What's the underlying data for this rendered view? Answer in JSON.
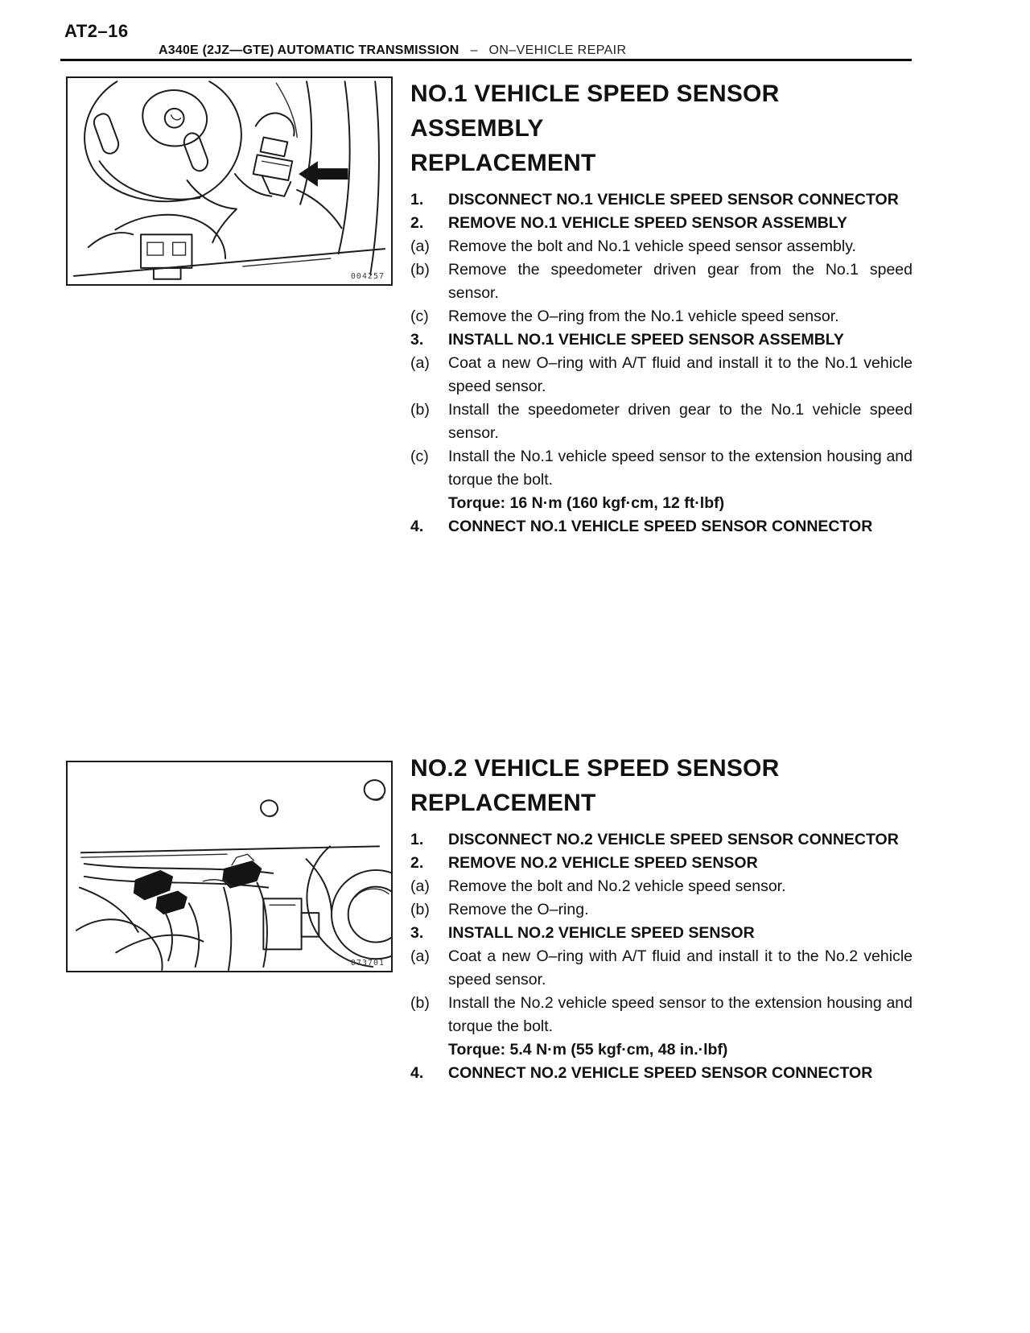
{
  "page": {
    "page_number": "AT2–16",
    "header_left": "A340E (2JZ—GTE) AUTOMATIC TRANSMISSION",
    "header_separator": "–",
    "header_right": "ON–VEHICLE REPAIR"
  },
  "sections": [
    {
      "title_line1": "NO.1 VEHICLE SPEED SENSOR ASSEMBLY",
      "title_line2": "REPLACEMENT",
      "figure_code": "004257",
      "figure_alt": "no1-vehicle-speed-sensor-location-drawing",
      "steps": [
        {
          "marker": "1.",
          "bold": true,
          "text": "DISCONNECT NO.1 VEHICLE SPEED SENSOR CONNECTOR"
        },
        {
          "marker": "2.",
          "bold": true,
          "text": "REMOVE NO.1 VEHICLE SPEED SENSOR ASSEMBLY"
        },
        {
          "marker": "(a)",
          "bold": false,
          "text": "Remove the bolt and No.1 vehicle speed sensor assembly."
        },
        {
          "marker": "(b)",
          "bold": false,
          "text": "Remove the speedometer driven gear from the No.1 speed sensor."
        },
        {
          "marker": "(c)",
          "bold": false,
          "text": "Remove the O–ring from the No.1 vehicle speed sensor."
        },
        {
          "marker": "3.",
          "bold": true,
          "text": "INSTALL NO.1 VEHICLE SPEED SENSOR ASSEMBLY"
        },
        {
          "marker": "(a)",
          "bold": false,
          "text": "Coat a new O–ring with A/T fluid and install it to the No.1 vehicle speed sensor."
        },
        {
          "marker": "(b)",
          "bold": false,
          "text": "Install the speedometer driven gear to the No.1 vehicle speed sensor."
        },
        {
          "marker": "(c)",
          "bold": false,
          "text": "Install the No.1 vehicle speed sensor to the extension housing and torque the bolt.",
          "note": "Torque: 16 N·m (160 kgf·cm, 12 ft·lbf)"
        },
        {
          "marker": "4.",
          "bold": true,
          "text": "CONNECT NO.1 VEHICLE SPEED SENSOR CONNECTOR"
        }
      ]
    },
    {
      "title_line1": "NO.2 VEHICLE SPEED SENSOR",
      "title_line2": "REPLACEMENT",
      "figure_code": "073701",
      "figure_alt": "no2-vehicle-speed-sensor-location-drawing",
      "steps": [
        {
          "marker": "1.",
          "bold": true,
          "text": "DISCONNECT NO.2 VEHICLE SPEED SENSOR CONNECTOR"
        },
        {
          "marker": "2.",
          "bold": true,
          "text": "REMOVE NO.2 VEHICLE SPEED SENSOR"
        },
        {
          "marker": "(a)",
          "bold": false,
          "text": "Remove the bolt and No.2 vehicle speed sensor."
        },
        {
          "marker": "(b)",
          "bold": false,
          "text": "Remove the O–ring."
        },
        {
          "marker": "3.",
          "bold": true,
          "text": "INSTALL NO.2 VEHICLE SPEED SENSOR"
        },
        {
          "marker": "(a)",
          "bold": false,
          "text": "Coat a new O–ring with A/T fluid and install it to the No.2 vehicle speed sensor."
        },
        {
          "marker": "(b)",
          "bold": false,
          "text": "Install the No.2 vehicle speed sensor to the extension housing and torque the bolt.",
          "note": "Torque: 5.4 N·m (55 kgf·cm, 48 in.·lbf)"
        },
        {
          "marker": "4.",
          "bold": true,
          "text": "CONNECT NO.2 VEHICLE SPEED SENSOR CONNECTOR"
        }
      ]
    }
  ]
}
